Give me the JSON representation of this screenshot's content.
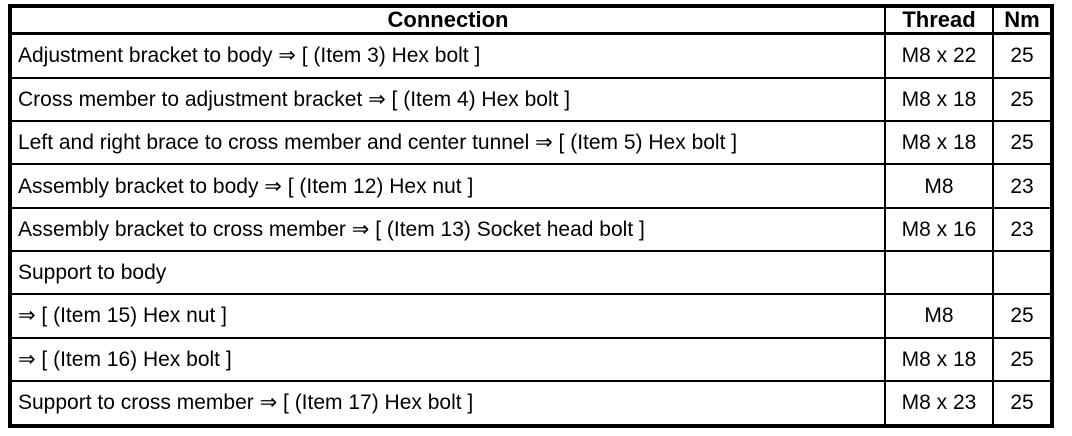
{
  "table": {
    "headers": [
      "Connection",
      "Thread",
      "Nm"
    ],
    "rows": [
      {
        "connection": "Adjustment bracket to body ⇒ [ (Item 3) Hex bolt ]",
        "thread": "M8 x 22",
        "nm": "25"
      },
      {
        "connection": "Cross member to adjustment bracket ⇒ [ (Item 4) Hex bolt ]",
        "thread": "M8 x 18",
        "nm": "25"
      },
      {
        "connection": "Left and right brace to cross member and center tunnel ⇒ [ (Item 5) Hex bolt ]",
        "thread": "M8 x 18",
        "nm": "25"
      },
      {
        "connection": "Assembly bracket to body ⇒ [ (Item 12) Hex nut ]",
        "thread": "M8",
        "nm": "23"
      },
      {
        "connection": "Assembly bracket to cross member ⇒ [ (Item 13) Socket head bolt ]",
        "thread": "M8 x 16",
        "nm": "23"
      },
      {
        "connection": "Support to body",
        "thread": "",
        "nm": ""
      },
      {
        "connection": "⇒ [ (Item 15) Hex nut ]",
        "thread": "M8",
        "nm": "25"
      },
      {
        "connection": "⇒ [ (Item 16) Hex bolt ]",
        "thread": "M8 x 18",
        "nm": "25"
      },
      {
        "connection": "Support to cross member ⇒ [ (Item 17) Hex bolt ]",
        "thread": "M8 x 23",
        "nm": "25"
      }
    ],
    "colors": {
      "border": "#000000",
      "text": "#000000",
      "background": "#ffffff"
    }
  }
}
